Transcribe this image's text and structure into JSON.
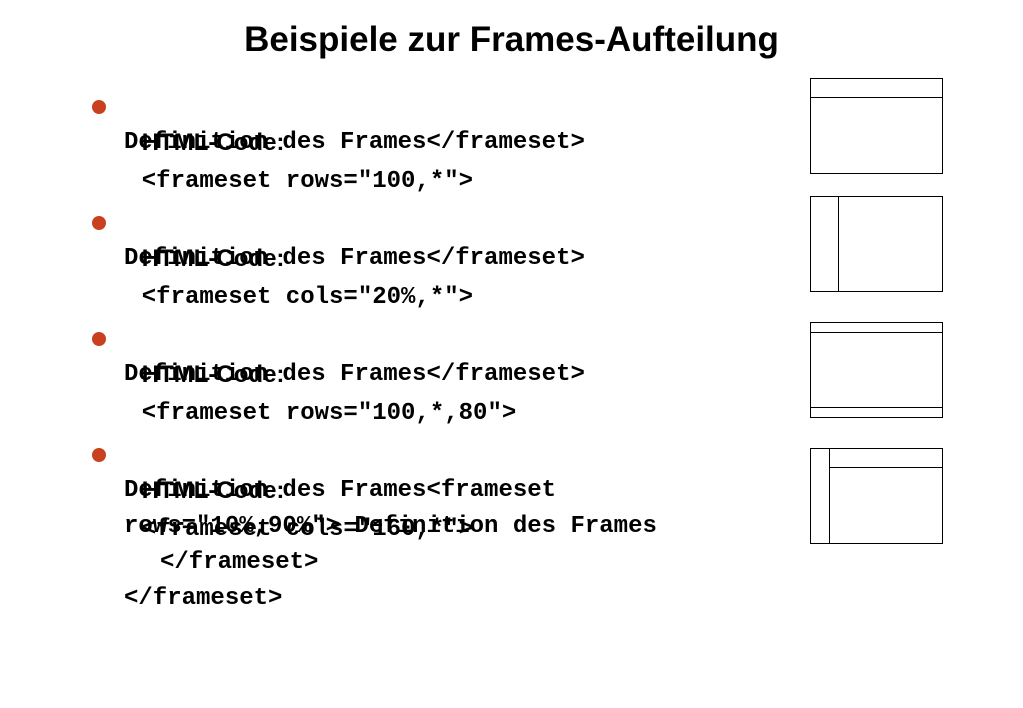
{
  "title": "Beispiele zur Frames-Aufteilung",
  "colors": {
    "bullet": "#c8401e"
  },
  "items": [
    {
      "label": "HTML-Code:",
      "code_first": "<frameset rows=\"100,*\">",
      "code_lines": [
        "Definition des Frames</frameset>"
      ]
    },
    {
      "label": "HTML-Code:",
      "code_first": "<frameset cols=\"20%,*\">",
      "code_lines": [
        "Definition des Frames</frameset>"
      ]
    },
    {
      "label": "HTML-Code:",
      "code_first": "<frameset rows=\"100,*,80\">",
      "code_lines": [
        "Definition des Frames</frameset>"
      ]
    },
    {
      "label": "HTML-Code:",
      "code_first": "<frameset cols=\"160,*\">",
      "code_lines": [
        "Definition des Frames<frameset",
        "rows=\"10%,90%\"> Definition des Frames",
        "</frameset>",
        "</frameset>"
      ]
    }
  ]
}
